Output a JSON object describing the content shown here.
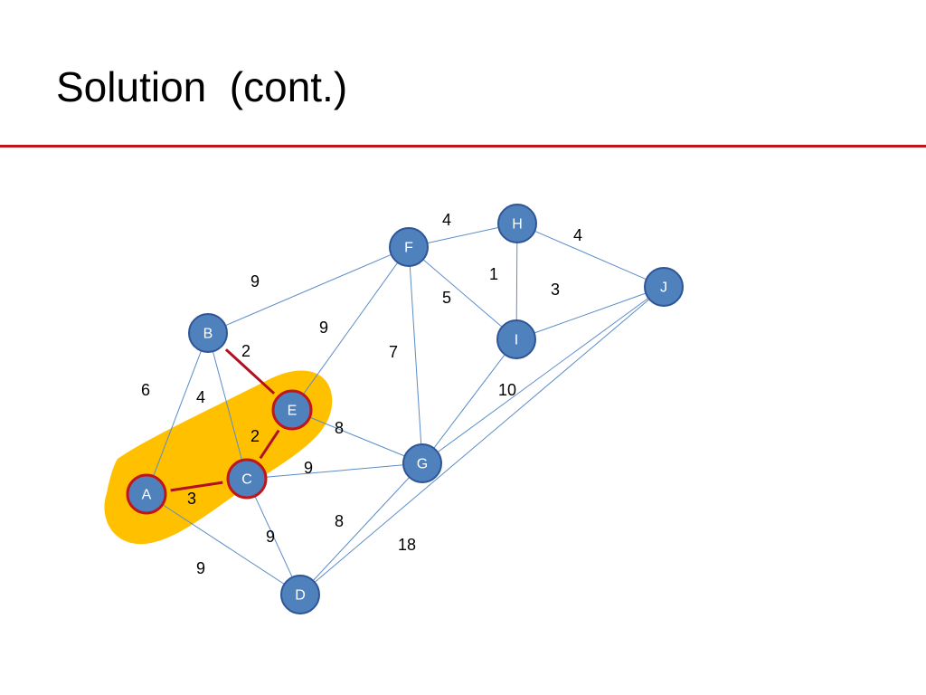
{
  "slide": {
    "title": "Solution  (cont.)"
  },
  "colors": {
    "rule": "#c0151b",
    "edge": "#5b8cc7",
    "tree_edge": "#b01020",
    "node_fill": "#4f81bd",
    "node_stroke": "#2f5597",
    "tree_node_stroke": "#c0151b",
    "highlight": "#ffc000"
  },
  "graph": {
    "nodes": [
      {
        "id": "A",
        "label": "A",
        "in_tree": true
      },
      {
        "id": "B",
        "label": "B",
        "in_tree": false
      },
      {
        "id": "C",
        "label": "C",
        "in_tree": true
      },
      {
        "id": "D",
        "label": "D",
        "in_tree": false
      },
      {
        "id": "E",
        "label": "E",
        "in_tree": true
      },
      {
        "id": "F",
        "label": "F",
        "in_tree": false
      },
      {
        "id": "G",
        "label": "G",
        "in_tree": false
      },
      {
        "id": "H",
        "label": "H",
        "in_tree": false
      },
      {
        "id": "I",
        "label": "I",
        "in_tree": false
      },
      {
        "id": "J",
        "label": "J",
        "in_tree": false
      }
    ],
    "edges": [
      {
        "from": "A",
        "to": "B",
        "weight": "6",
        "in_tree": false
      },
      {
        "from": "A",
        "to": "C",
        "weight": "3",
        "in_tree": true
      },
      {
        "from": "A",
        "to": "D",
        "weight": "9",
        "in_tree": false
      },
      {
        "from": "B",
        "to": "C",
        "weight": "4",
        "in_tree": false
      },
      {
        "from": "B",
        "to": "E",
        "weight": "2",
        "in_tree": true
      },
      {
        "from": "B",
        "to": "F",
        "weight": "9",
        "in_tree": false
      },
      {
        "from": "C",
        "to": "E",
        "weight": "2",
        "in_tree": true
      },
      {
        "from": "C",
        "to": "D",
        "weight": "9",
        "in_tree": false
      },
      {
        "from": "C",
        "to": "G",
        "weight": "9",
        "in_tree": false
      },
      {
        "from": "E",
        "to": "F",
        "weight": "9",
        "in_tree": false
      },
      {
        "from": "E",
        "to": "G",
        "weight": "8",
        "in_tree": false
      },
      {
        "from": "F",
        "to": "G",
        "weight": "7",
        "in_tree": false
      },
      {
        "from": "F",
        "to": "H",
        "weight": "4",
        "in_tree": false
      },
      {
        "from": "F",
        "to": "I",
        "weight": "5",
        "in_tree": false
      },
      {
        "from": "H",
        "to": "I",
        "weight": "1",
        "in_tree": false
      },
      {
        "from": "H",
        "to": "J",
        "weight": "4",
        "in_tree": false
      },
      {
        "from": "I",
        "to": "J",
        "weight": "3",
        "in_tree": false
      },
      {
        "from": "G",
        "to": "I",
        "weight": "10",
        "in_tree": false
      },
      {
        "from": "G",
        "to": "J",
        "weight": "",
        "in_tree": false
      },
      {
        "from": "D",
        "to": "G",
        "weight": "8",
        "in_tree": false
      },
      {
        "from": "D",
        "to": "J",
        "weight": "18",
        "in_tree": false
      }
    ]
  }
}
